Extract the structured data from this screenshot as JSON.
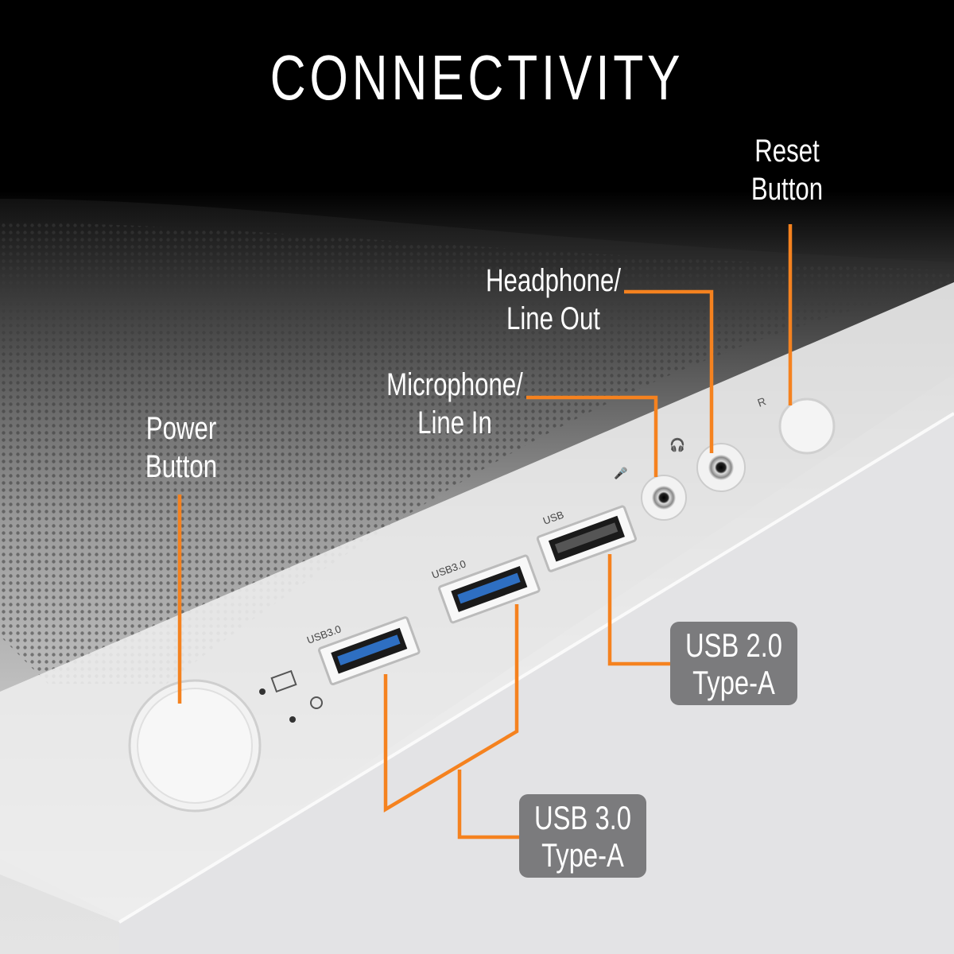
{
  "title": "CONNECTIVITY",
  "accent_color": "#f5821f",
  "callouts": {
    "power": {
      "line1": "Power",
      "line2": "Button"
    },
    "microphone": {
      "line1": "Microphone/",
      "line2": "Line In"
    },
    "headphone": {
      "line1": "Headphone/",
      "line2": "Line Out"
    },
    "reset": {
      "line1": "Reset",
      "line2": "Button"
    },
    "usb2": {
      "line1": "USB 2.0",
      "line2": "Type-A"
    },
    "usb3": {
      "line1": "USB 3.0",
      "line2": "Type-A"
    }
  },
  "panel_markings": {
    "usb3_a": "USB3.0",
    "usb3_b": "USB3.0",
    "usb2": "USB",
    "reset": "R"
  }
}
